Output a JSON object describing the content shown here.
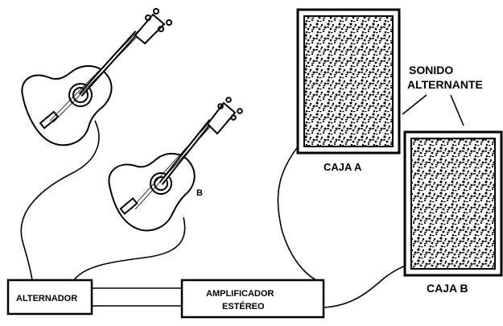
{
  "labels": {
    "alternador": "ALTERNADOR",
    "amplificador_line1": "AMPLIFICADOR",
    "amplificador_line2": "ESTÉREO",
    "caja_a": "CAJA A",
    "caja_b": "CAJA B",
    "sonido_line1": "SONIDO",
    "sonido_line2": "ALTERNANTE",
    "guitar_b": "B"
  },
  "colors": {
    "ink": "#000000",
    "paper": "#ffffff"
  },
  "icons": {
    "guitar_a": "acoustic-guitar-icon",
    "guitar_b": "acoustic-guitar-icon",
    "speaker_a": "speaker-box-icon",
    "speaker_b": "speaker-box-icon"
  }
}
